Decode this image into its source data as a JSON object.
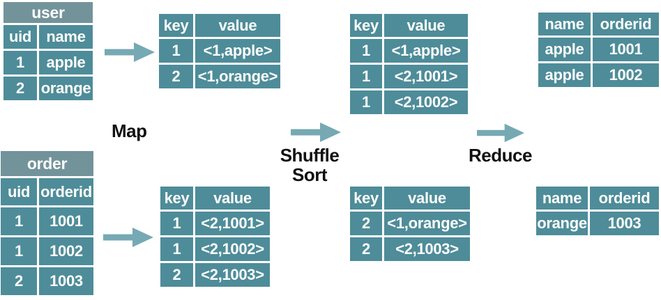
{
  "diagram": {
    "colors": {
      "cell": "#4E8C99",
      "title_bar": "#73939B",
      "arrow": "#76A9B4",
      "cell_text": "#FDFDFB",
      "label_text": "#111111",
      "background": "#FFFFFF"
    },
    "labels": {
      "map": "Map",
      "shuffle": "Shuffle",
      "sort": "Sort",
      "reduce": "Reduce"
    },
    "tables": {
      "user": {
        "title": "user",
        "headers": [
          "uid",
          "name"
        ],
        "rows": [
          [
            "1",
            "apple"
          ],
          [
            "2",
            "orange"
          ]
        ]
      },
      "order": {
        "title": "order",
        "headers": [
          "uid",
          "orderid"
        ],
        "rows": [
          [
            "1",
            "1001"
          ],
          [
            "1",
            "1002"
          ],
          [
            "2",
            "1003"
          ]
        ]
      },
      "map_out_user": {
        "headers": [
          "key",
          "value"
        ],
        "rows": [
          [
            "1",
            "<1,apple>"
          ],
          [
            "2",
            "<1,orange>"
          ]
        ]
      },
      "map_out_order": {
        "headers": [
          "key",
          "value"
        ],
        "rows": [
          [
            "1",
            "<2,1001>"
          ],
          [
            "1",
            "<2,1002>"
          ],
          [
            "2",
            "<2,1003>"
          ]
        ]
      },
      "shuffle_key1": {
        "headers": [
          "key",
          "value"
        ],
        "rows": [
          [
            "1",
            "<1,apple>"
          ],
          [
            "1",
            "<2,1001>"
          ],
          [
            "1",
            "<2,1002>"
          ]
        ]
      },
      "shuffle_key2": {
        "headers": [
          "key",
          "value"
        ],
        "rows": [
          [
            "2",
            "<1,orange>"
          ],
          [
            "2",
            "<2,1003>"
          ]
        ]
      },
      "reduce_out_apple": {
        "headers": [
          "name",
          "orderid"
        ],
        "rows": [
          [
            "apple",
            "1001"
          ],
          [
            "apple",
            "1002"
          ]
        ]
      },
      "reduce_out_orange": {
        "headers": [
          "name",
          "orderid"
        ],
        "rows": [
          [
            "orange",
            "1003"
          ]
        ]
      }
    }
  }
}
